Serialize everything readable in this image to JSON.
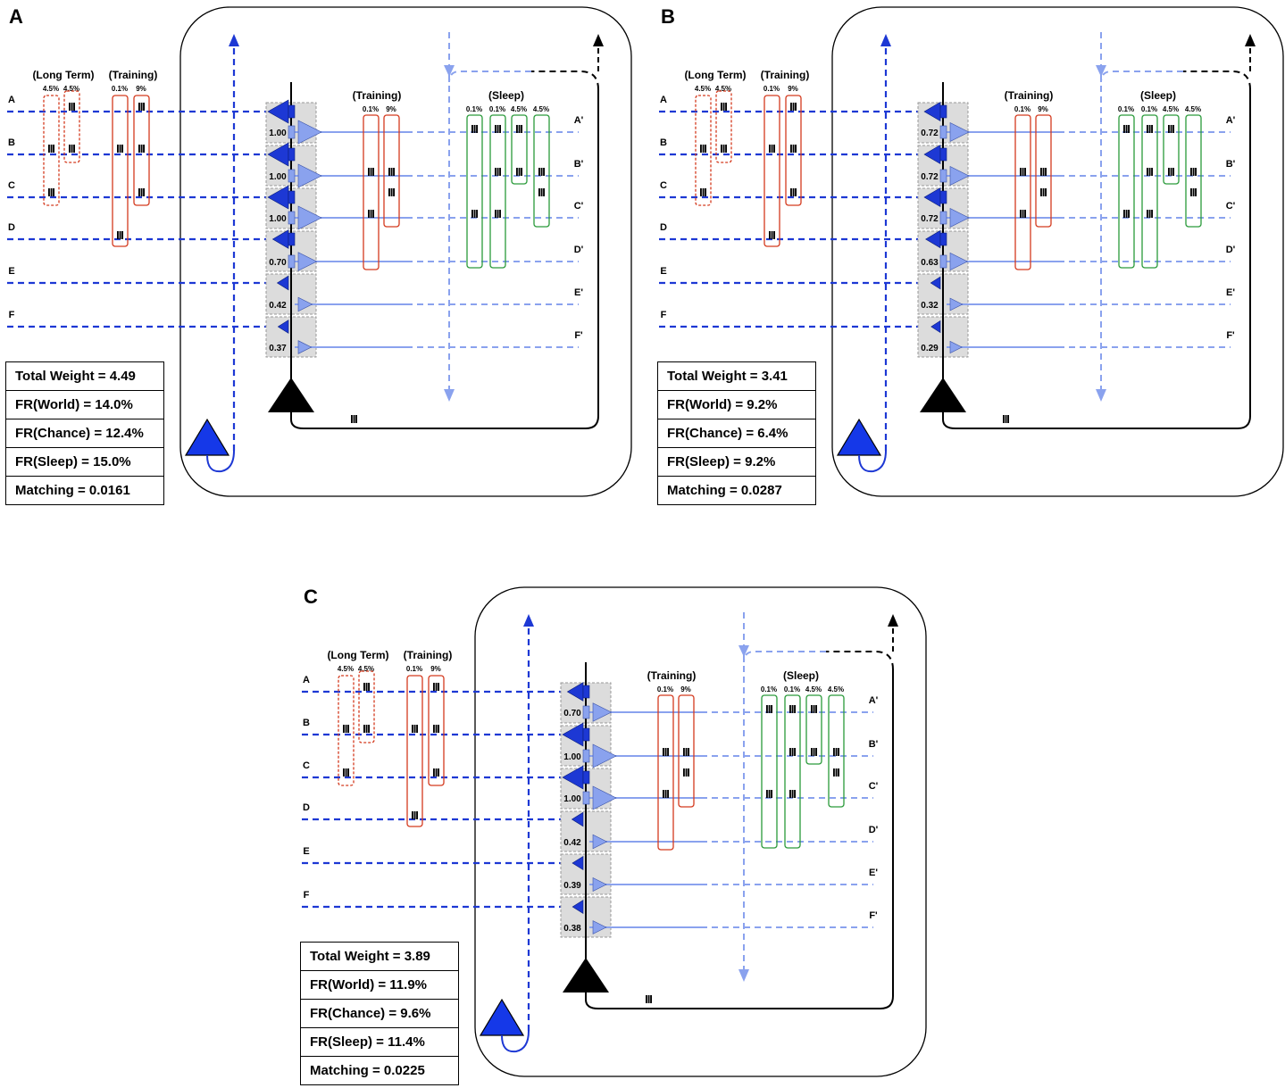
{
  "panels": [
    {
      "letter": "A",
      "group_labels": {
        "long_term": "(Long Term)",
        "training_left": "(Training)",
        "training_right": "(Training)",
        "sleep": "(Sleep)"
      },
      "percents": {
        "long_term": [
          "4.5%",
          "4.5%"
        ],
        "training_left": [
          "0.1%",
          "9%"
        ],
        "training_right": [
          "0.1%",
          "9%"
        ],
        "sleep": [
          "0.1%",
          "0.1%",
          "4.5%",
          "4.5%"
        ]
      },
      "input_labels": [
        "A",
        "B",
        "C",
        "D",
        "E",
        "F"
      ],
      "output_labels": [
        "A'",
        "B'",
        "C'",
        "D'",
        "E'",
        "F'"
      ],
      "weights": [
        "1.00",
        "1.00",
        "1.00",
        "0.70",
        "0.42",
        "0.37"
      ],
      "weight_values": [
        1.0,
        1.0,
        1.0,
        0.7,
        0.42,
        0.37
      ],
      "stats": [
        "Total Weight = 4.49",
        "FR(World) = 14.0%",
        "FR(Chance) = 12.4%",
        "FR(Sleep) = 15.0%",
        "Matching = 0.0161"
      ]
    },
    {
      "letter": "B",
      "group_labels": {
        "long_term": "(Long Term)",
        "training_left": "(Training)",
        "training_right": "(Training)",
        "sleep": "(Sleep)"
      },
      "percents": {
        "long_term": [
          "4.5%",
          "4.5%"
        ],
        "training_left": [
          "0.1%",
          "9%"
        ],
        "training_right": [
          "0.1%",
          "9%"
        ],
        "sleep": [
          "0.1%",
          "0.1%",
          "4.5%",
          "4.5%"
        ]
      },
      "input_labels": [
        "A",
        "B",
        "C",
        "D",
        "E",
        "F"
      ],
      "output_labels": [
        "A'",
        "B'",
        "C'",
        "D'",
        "E'",
        "F'"
      ],
      "weights": [
        "0.72",
        "0.72",
        "0.72",
        "0.63",
        "0.32",
        "0.29"
      ],
      "weight_values": [
        0.72,
        0.72,
        0.72,
        0.63,
        0.32,
        0.29
      ],
      "stats": [
        "Total Weight = 3.41",
        "FR(World) = 9.2%",
        "FR(Chance) = 6.4%",
        "FR(Sleep) = 9.2%",
        "Matching = 0.0287"
      ]
    },
    {
      "letter": "C",
      "group_labels": {
        "long_term": "(Long Term)",
        "training_left": "(Training)",
        "training_right": "(Training)",
        "sleep": "(Sleep)"
      },
      "percents": {
        "long_term": [
          "4.5%",
          "4.5%"
        ],
        "training_left": [
          "0.1%",
          "9%"
        ],
        "training_right": [
          "0.1%",
          "9%"
        ],
        "sleep": [
          "0.1%",
          "0.1%",
          "4.5%",
          "4.5%"
        ]
      },
      "input_labels": [
        "A",
        "B",
        "C",
        "D",
        "E",
        "F"
      ],
      "output_labels": [
        "A'",
        "B'",
        "C'",
        "D'",
        "E'",
        "F'"
      ],
      "weights": [
        "0.70",
        "1.00",
        "1.00",
        "0.42",
        "0.39",
        "0.38"
      ],
      "weight_values": [
        0.7,
        1.0,
        1.0,
        0.42,
        0.39,
        0.38
      ],
      "stats": [
        "Total Weight = 3.89",
        "FR(World) = 11.9%",
        "FR(Chance) = 9.6%",
        "FR(Sleep) = 11.4%",
        "Matching = 0.0225"
      ]
    }
  ],
  "spike_glyph": "III",
  "colors": {
    "input_line": "#1d38d4",
    "output_line": "#8aa2ee",
    "long_term_box": "#d43a1e",
    "training_box": "#d43a1e",
    "sleep_box": "#2a9a3a",
    "weight_panel": "#dcdcdc",
    "neuron": "#000000",
    "feedback_neuron": "#1538e8"
  }
}
